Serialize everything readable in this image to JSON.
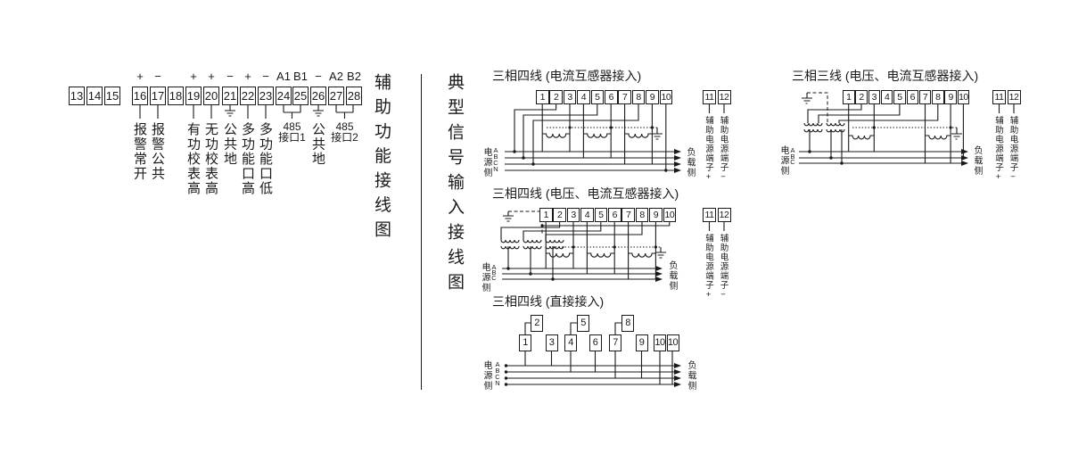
{
  "aux": {
    "title": "辅助功能接线图",
    "terminals": [
      {
        "num": "13",
        "sign": "",
        "label": ""
      },
      {
        "num": "14",
        "sign": "",
        "label": ""
      },
      {
        "num": "15",
        "sign": "",
        "label": ""
      },
      {
        "num": "16",
        "sign": "+",
        "label": "报警常开"
      },
      {
        "num": "17",
        "sign": "−",
        "label": "报警公共"
      },
      {
        "num": "18",
        "sign": "",
        "label": ""
      },
      {
        "num": "19",
        "sign": "+",
        "label": "有功校表高"
      },
      {
        "num": "20",
        "sign": "+",
        "label": "无功校表高"
      },
      {
        "num": "21",
        "sign": "−",
        "label": "公共地"
      },
      {
        "num": "22",
        "sign": "+",
        "label": "多功能口高"
      },
      {
        "num": "23",
        "sign": "−",
        "label": "多功能口低"
      },
      {
        "num": "24",
        "sign": "A1",
        "label": ""
      },
      {
        "num": "25",
        "sign": "B1",
        "label": ""
      },
      {
        "num": "26",
        "sign": "−",
        "label": "公共地"
      },
      {
        "num": "27",
        "sign": "A2",
        "label": ""
      },
      {
        "num": "28",
        "sign": "B2",
        "label": ""
      }
    ],
    "ports": [
      {
        "line1": "485",
        "line2": "接口1"
      },
      {
        "line1": "485",
        "line2": "接口2"
      }
    ]
  },
  "signal": {
    "title": "典型信号输入接线图",
    "source_label": "电源侧",
    "load_label": "负载侧",
    "aux_power_plus": "辅助电源端子+",
    "aux_power_minus": "辅助电源端子−",
    "t11": "11",
    "t12": "12",
    "nums": [
      "1",
      "2",
      "3",
      "4",
      "5",
      "6",
      "7",
      "8",
      "9",
      "10"
    ],
    "phases4": [
      "A",
      "B",
      "C",
      "N"
    ],
    "phases3": [
      "A",
      "B",
      "C"
    ],
    "d1": {
      "title": "三相四线 (电流互感器接入)"
    },
    "d2": {
      "title": "三相四线 (电压、电流互感器接入)"
    },
    "d3": {
      "title": "三相四线 (直接接入)",
      "top": [
        "2",
        "5",
        "8"
      ],
      "bottom": [
        "1",
        "3",
        "4",
        "6",
        "7",
        "9",
        "10",
        "10"
      ]
    },
    "d4": {
      "title": "三相三线 (电压、电流互感器接入)"
    }
  }
}
